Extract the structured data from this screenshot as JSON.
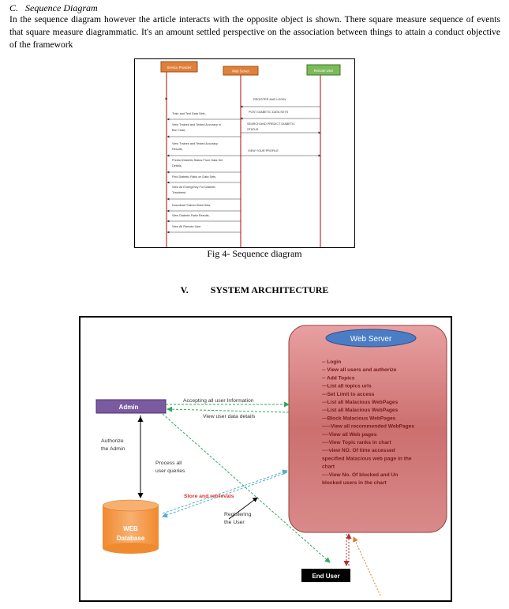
{
  "section_c": {
    "label": "C.",
    "title": "Sequence Diagram"
  },
  "paragraph": "In the sequence diagram however the article interacts with the opposite object is shown. There square measure sequence of events that square measure diagrammatic. It's an amount settled perspective on the association between things to attain a conduct objective of the framework",
  "seq_diagram": {
    "actors": [
      "Service Provider",
      "Web Server",
      "Remote User"
    ],
    "remote_messages": [
      "REGISTER AND LOGIN",
      "POST DIABETIC DATA SETS",
      "SEARCH AND PREDICT DIABETIC",
      "STATUS",
      "VIEW YOUR PROFILE"
    ],
    "provider_messages": [
      [
        "Train and Test Data Sets,"
      ],
      [
        "View Trained and Tested Accuracy in",
        "Bar Chart,"
      ],
      [
        "View Trained and Tested Accuracy",
        "Results,"
      ],
      [
        "Predict Diabetic Status From Data Set",
        "Details,"
      ],
      [
        "Find Diabetic Ratio on Data Sets,"
      ],
      [
        "View All Emergency For Diabetic",
        "Treatment,"
      ],
      [
        "Download Trained Data Sets,"
      ],
      [
        "View Diabetic Ratio Results,"
      ],
      [
        "View All Remote User"
      ]
    ]
  },
  "fig4_caption": "Fig 4- Sequence diagram",
  "section_v": {
    "number": "V.",
    "title": "SYSTEM ARCHITECTURE"
  },
  "architecture": {
    "web_server_title": "Web Server",
    "web_server_items": [
      "-- Login",
      "-- View all users and authorize",
      "-- Add Topics",
      "---List all topics urls",
      "---Set Limit to access",
      "---List all Malacious WebPages",
      "---List all Malacious WebPages",
      "---Block Malacious WebPages",
      "-----View all recommended WebPages",
      "----View all Web pages",
      "----View Topic ranks in chart",
      "----view NO. Of time accessed",
      "specified Malacious web page in the",
      "chart",
      "----View No. Of blocked and Un",
      "blocked users in the chart"
    ],
    "admin_label": "Admin",
    "accepting_label": "Accepting all user Information",
    "view_user_data_label": "View user data details",
    "authorize_label": [
      "Authorize",
      "the Admin"
    ],
    "process_label": [
      "Process all",
      "user queries"
    ],
    "store_label": "Store and retrievals",
    "registering_label": [
      "Registering",
      "the User"
    ],
    "database_label": [
      "WEB",
      "Database"
    ],
    "end_user_label": "End User",
    "colors": {
      "web_server_fill": "#cc7b7b",
      "web_server_title_fill": "#4a7dc4",
      "admin_fill": "#7b5aa0",
      "database_fill": "#f59a47",
      "end_user_fill": "#000000",
      "arrow_green": "#2eaa5c",
      "arrow_blue": "#4fb0c6",
      "arrow_orange": "#e07b2e",
      "store_text": "#e03030",
      "item_text": "#7a1a1a"
    }
  }
}
